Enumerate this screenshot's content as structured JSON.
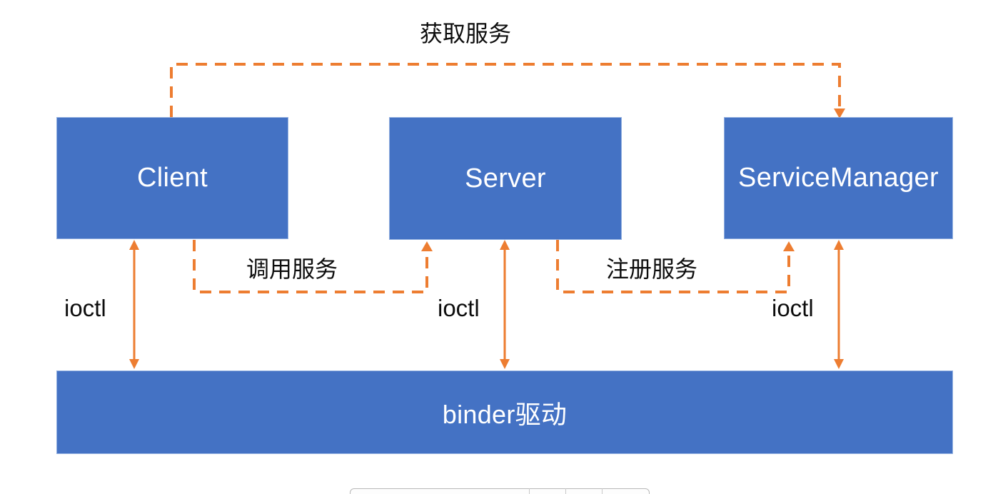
{
  "diagram": {
    "title_text": "获取服务",
    "theme": {
      "box_fill": "#4472C4",
      "box_border": "#93b0e0",
      "box_text": "#FFFFFF",
      "connector_color": "#ED7D31",
      "label_text": "#0D0D0D",
      "background": "#FFFFFF"
    },
    "nodes": [
      {
        "id": "client",
        "label": "Client"
      },
      {
        "id": "server",
        "label": "Server"
      },
      {
        "id": "service_manager",
        "label": "ServiceManager"
      },
      {
        "id": "binder",
        "label": "binder驱动"
      }
    ],
    "edge_labels": {
      "get_service": "获取服务",
      "call_service": "调用服务",
      "register_service": "注册服务"
    },
    "ioctl_labels": {
      "client": "ioctl",
      "server": "ioctl",
      "service_manager": "ioctl"
    },
    "connectors": [
      {
        "name": "get-service-connector",
        "label": "获取服务",
        "from": "service_manager",
        "to": "client",
        "style": "dashed",
        "arrowheads": [
          "service_manager"
        ]
      },
      {
        "name": "call-service-connector",
        "label": "调用服务",
        "from": "client",
        "to": "server",
        "style": "dashed",
        "arrowheads": [
          "server"
        ]
      },
      {
        "name": "register-service-connector",
        "label": "注册服务",
        "from": "server",
        "to": "service_manager",
        "style": "dashed",
        "arrowheads": [
          "service_manager"
        ]
      },
      {
        "name": "client-binder-ioctl",
        "label": "ioctl",
        "from": "client",
        "to": "binder",
        "style": "solid",
        "arrowheads": [
          "client",
          "binder"
        ]
      },
      {
        "name": "server-binder-ioctl",
        "label": "ioctl",
        "from": "server",
        "to": "binder",
        "style": "solid",
        "arrowheads": [
          "server",
          "binder"
        ]
      },
      {
        "name": "service-manager-binder-ioctl",
        "label": "ioctl",
        "from": "service_manager",
        "to": "binder",
        "style": "solid",
        "arrowheads": [
          "service_manager",
          "binder"
        ]
      }
    ]
  }
}
